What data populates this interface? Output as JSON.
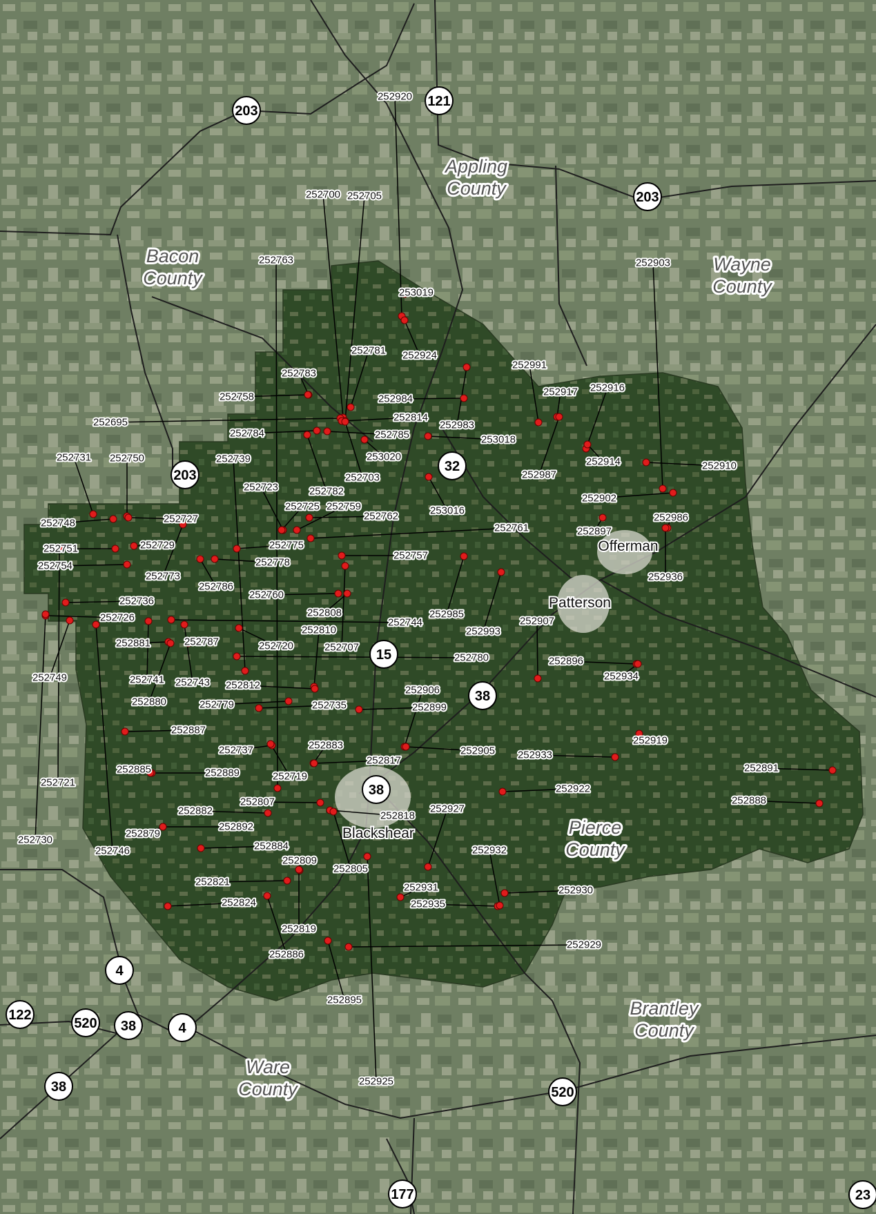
{
  "counties": [
    {
      "name": "Appling",
      "line2": "County"
    },
    {
      "name": "Bacon",
      "line2": "County"
    },
    {
      "name": "Wayne",
      "line2": "County"
    },
    {
      "name": "Pierce",
      "line2": "County"
    },
    {
      "name": "Brantley",
      "line2": "County"
    },
    {
      "name": "Ware",
      "line2": "County"
    }
  ],
  "places": [
    "Offerman",
    "Patterson",
    "Blackshear"
  ],
  "routes": [
    "203",
    "121",
    "203",
    "203",
    "32",
    "15",
    "38",
    "38",
    "4",
    "4",
    "122",
    "520",
    "38",
    "38",
    "520",
    "177",
    "23"
  ],
  "sites": [
    "252920",
    "252700",
    "252705",
    "252763",
    "253019",
    "252781",
    "252924",
    "252783",
    "252758",
    "252984",
    "252695",
    "252814",
    "252784",
    "252785",
    "252983",
    "253018",
    "253020",
    "252739",
    "252703",
    "252723",
    "252782",
    "252725",
    "252759",
    "252762",
    "253016",
    "252731",
    "252750",
    "252748",
    "252727",
    "252751",
    "252729",
    "252754",
    "252775",
    "252778",
    "252773",
    "252761",
    "252757",
    "252786",
    "252760",
    "252736",
    "252808",
    "252726",
    "252744",
    "252985",
    "252810",
    "252881",
    "252787",
    "252720",
    "252707",
    "252780",
    "252749",
    "252741",
    "252743",
    "252812",
    "252880",
    "252779",
    "252735",
    "252906",
    "252899",
    "252887",
    "252737",
    "252883",
    "252905",
    "252817",
    "252885",
    "252889",
    "252719",
    "252721",
    "252807",
    "252882",
    "252818",
    "252927",
    "252879",
    "252892",
    "252730",
    "252746",
    "252884",
    "252809",
    "252805",
    "252821",
    "252931",
    "252824",
    "252935",
    "252819",
    "252886",
    "252895",
    "252925",
    "252929",
    "252932",
    "252930",
    "252922",
    "252933",
    "252919",
    "252891",
    "252888",
    "252896",
    "252934",
    "252907",
    "252993",
    "252991",
    "252917",
    "252916",
    "252914",
    "252910",
    "252987",
    "252903",
    "252902",
    "252986",
    "252897",
    "252936"
  ]
}
